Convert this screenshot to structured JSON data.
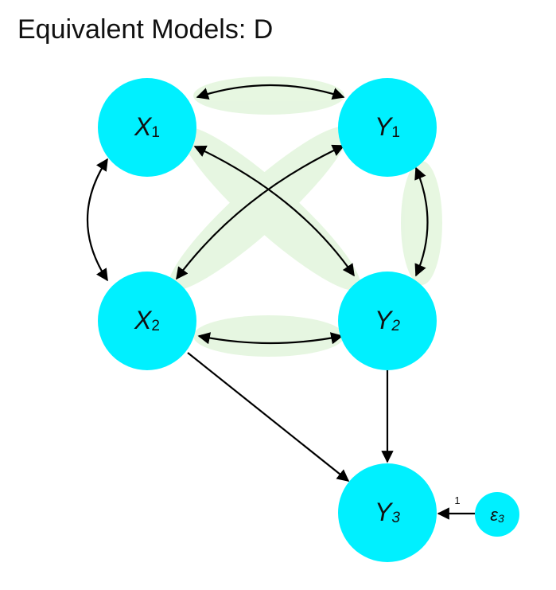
{
  "title": "Equivalent Models: D",
  "colors": {
    "node_fill": "#00f0ff",
    "edge": "#000000",
    "highlight": "#c9edbd"
  },
  "nodes": {
    "x1": {
      "letter": "X",
      "sub": "1"
    },
    "y1": {
      "letter": "Y",
      "sub": "1"
    },
    "x2": {
      "letter": "X",
      "sub": "2"
    },
    "y2": {
      "letter": "Y",
      "sub": "2"
    },
    "y3": {
      "letter": "Y",
      "sub": "3"
    },
    "e3": {
      "letter": "ε",
      "sub": "3"
    }
  },
  "edges": {
    "e3_to_y3_label": "1"
  }
}
